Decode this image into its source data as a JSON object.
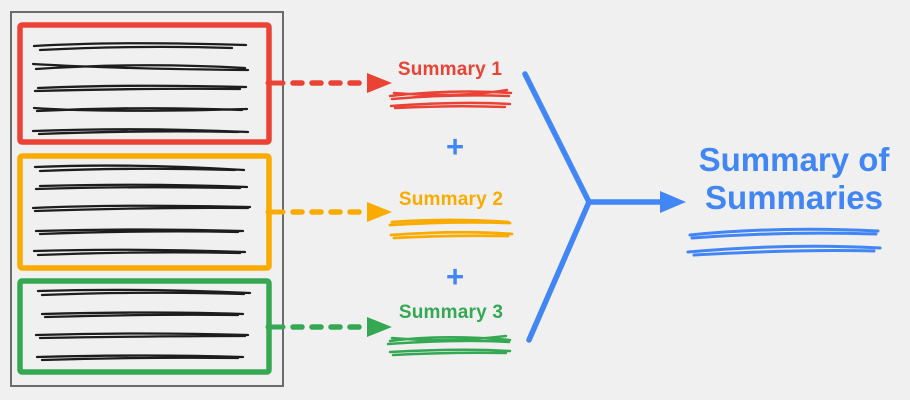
{
  "diagram": {
    "background_color": "#F0F0F0",
    "document_border_color": "#6b6b6b",
    "ink_color": "#1d1d1d",
    "source_document": {
      "description": "long document split into three highlighted sections",
      "sections": [
        {
          "id": "section-1",
          "color": "#EA4335",
          "text_line_count": 5
        },
        {
          "id": "section-2",
          "color": "#F9AB00",
          "text_line_count": 5
        },
        {
          "id": "section-3",
          "color": "#34A853",
          "text_line_count": 4
        }
      ]
    },
    "summaries": [
      {
        "label": "Summary 1",
        "color": "#EA4335"
      },
      {
        "label": "Summary 2",
        "color": "#F9AB00"
      },
      {
        "label": "Summary 3",
        "color": "#34A853"
      }
    ],
    "plus": "+",
    "arrow_color": "#4285F4",
    "result": {
      "line1": "Summary of",
      "line2": "Summaries",
      "color": "#4285F4"
    }
  }
}
